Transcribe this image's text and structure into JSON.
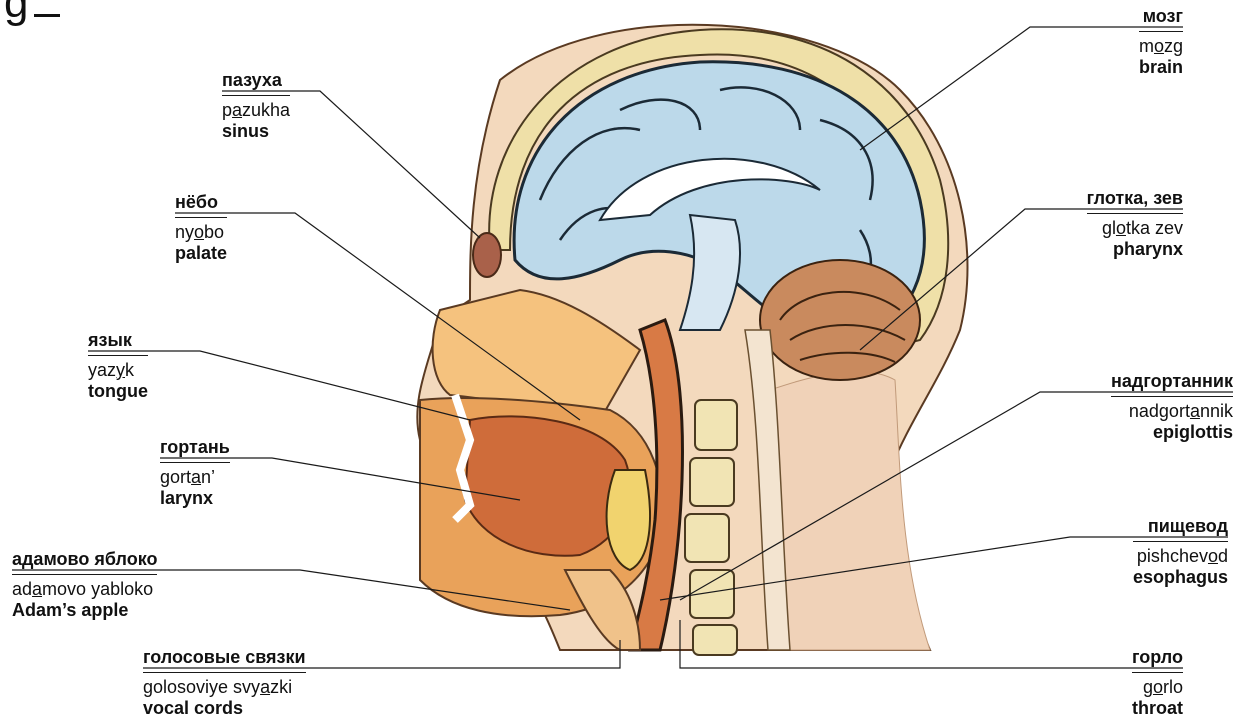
{
  "title": "g",
  "labels": [
    {
      "id": "sinus",
      "ru": "пазуха",
      "tr_pre": "p",
      "tr_u": "a",
      "tr_post": "zukha",
      "en": "sinus"
    },
    {
      "id": "palate",
      "ru": "нёбо",
      "tr_pre": "ny",
      "tr_u": "o",
      "tr_post": "bo",
      "en": "palate"
    },
    {
      "id": "tongue",
      "ru": "язык",
      "tr_pre": "yaz",
      "tr_u": "y",
      "tr_post": "k",
      "en": "tongue"
    },
    {
      "id": "larynx",
      "ru": "гортань",
      "tr_pre": "gort",
      "tr_u": "a",
      "tr_post": "n’",
      "en": "larynx"
    },
    {
      "id": "adams-apple",
      "ru": "адамово яблоко",
      "tr_pre": "ad",
      "tr_u": "a",
      "tr_post": "movo yabloko",
      "en": "Adam’s apple"
    },
    {
      "id": "vocal-cords",
      "ru": "голосовые связки",
      "tr_pre": "golosoviye svy",
      "tr_u": "a",
      "tr_post": "zki",
      "en": "vocal cords"
    },
    {
      "id": "brain",
      "ru": "мозг",
      "tr_pre": "m",
      "tr_u": "o",
      "tr_post": "zg",
      "en": "brain"
    },
    {
      "id": "pharynx",
      "ru": "глотка, зев",
      "tr_pre": "gl",
      "tr_u": "o",
      "tr_post": "tka zev",
      "en": "pharynx"
    },
    {
      "id": "epiglottis",
      "ru": "надгортанник",
      "tr_pre": "nadgort",
      "tr_u": "a",
      "tr_post": "nnik",
      "en": "epiglottis"
    },
    {
      "id": "esophagus",
      "ru": "пищевод",
      "tr_pre": "pishchev",
      "tr_u": "o",
      "tr_post": "d",
      "en": "esophagus"
    },
    {
      "id": "throat",
      "ru": "горло",
      "tr_pre": "g",
      "tr_u": "o",
      "tr_post": "rlo",
      "en": "throat"
    }
  ],
  "colors": {
    "brain": "#bcd9ea",
    "brain_outline": "#1b2a36",
    "skin": "#f2d6a8",
    "tissue": "#e9a25a",
    "muscle": "#d2753c",
    "bone": "#f4e7b8",
    "cerebellum": "#c98a5e",
    "spine_bg": "#f3dcc3"
  }
}
